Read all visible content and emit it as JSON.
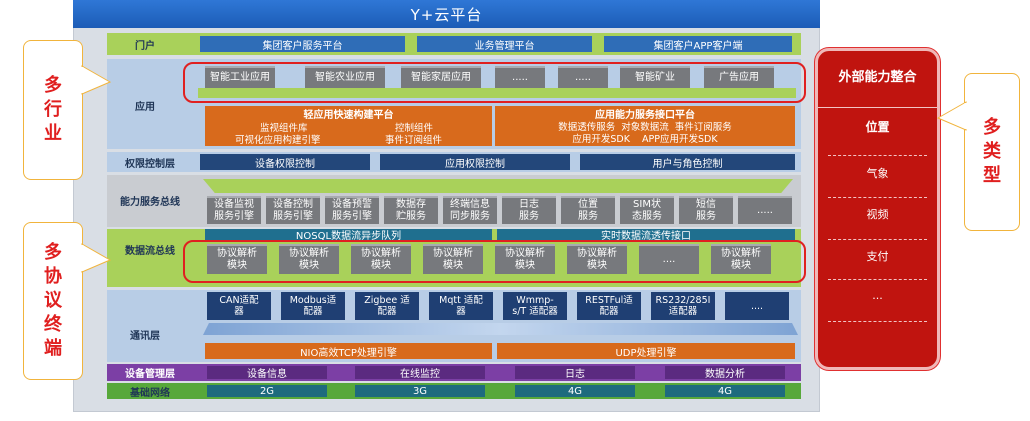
{
  "title": "Y+云平台",
  "layers": {
    "portal": {
      "label": "门户",
      "items": [
        "集团客户服务平台",
        "业务管理平台",
        "集团客户APP客户端"
      ]
    },
    "application": {
      "label": "应用",
      "apps": [
        "智能工业应用",
        "智能农业应用",
        "智能家居应用",
        ".....",
        ".....",
        "智能矿业",
        "广告应用"
      ],
      "left_panel": {
        "title": "轻应用快速构建平台",
        "lines": [
          [
            "监视组件库",
            "控制组件"
          ],
          [
            "可视化应用构建引擎",
            "事件订阅组件"
          ]
        ]
      },
      "right_panel": {
        "title": "应用能力服务接口平台",
        "lines": [
          "数据透传服务  对象数据流  事件订阅服务",
          "应用开发SDK    APP应用开发SDK"
        ]
      }
    },
    "permission": {
      "label": "权限控制层",
      "items": [
        "设备权限控制",
        "应用权限控制",
        "用户与角色控制"
      ]
    },
    "capability_bus": {
      "label": "能力服务总线",
      "services": [
        "设备监视\n服务引擎",
        "设备控制\n服务引擎",
        "设备预警\n服务引擎",
        "数据存\n贮服务",
        "终端信息\n同步服务",
        "日志\n服务",
        "位置\n服务",
        "SIM状\n态服务",
        "短信\n服务",
        "....."
      ]
    },
    "data_bus": {
      "label": "数据流总线",
      "left_header": "NOSQL数据流异步队列",
      "right_header": "实时数据流透传接口",
      "modules": [
        "协议解析\n模块",
        "协议解析\n模块",
        "协议解析\n模块",
        "协议解析\n模块",
        "协议解析\n模块",
        "协议解析\n模块",
        "....",
        "协议解析\n模块"
      ]
    },
    "communication": {
      "label": "通讯层",
      "adapters": [
        "CAN适配\n器",
        "Modbus适\n配器",
        "Zigbee 适\n配器",
        "Mqtt 适配\n器",
        "Wmmp-\ns/T 适配器",
        "RESTFul适\n配器",
        "RS232/285I\n适配器",
        "...."
      ],
      "left_engine": "NIO高效TCP处理引擎",
      "right_engine": "UDP处理引擎"
    },
    "device_mgmt": {
      "label": "设备管理层",
      "items": [
        "设备信息",
        "在线监控",
        "日志",
        "数据分析"
      ]
    },
    "network": {
      "label": "基础网络",
      "items": [
        "2G",
        "3G",
        "4G",
        "4G"
      ]
    }
  },
  "side_panel": {
    "title": "外部能力整合",
    "items": [
      "位置",
      "气象",
      "视频",
      "支付",
      "..."
    ]
  },
  "callouts": {
    "industry": "多\n行\n业",
    "protocol": "多\n协\n议\n终\n端",
    "types": "多\n类\n型"
  },
  "colors": {
    "title_bar": "#1c5cb6",
    "highlight_red": "#e02020",
    "side_panel": "#c0140f",
    "green_band": "#a9d15a",
    "orange_box": "#d86a1c"
  }
}
